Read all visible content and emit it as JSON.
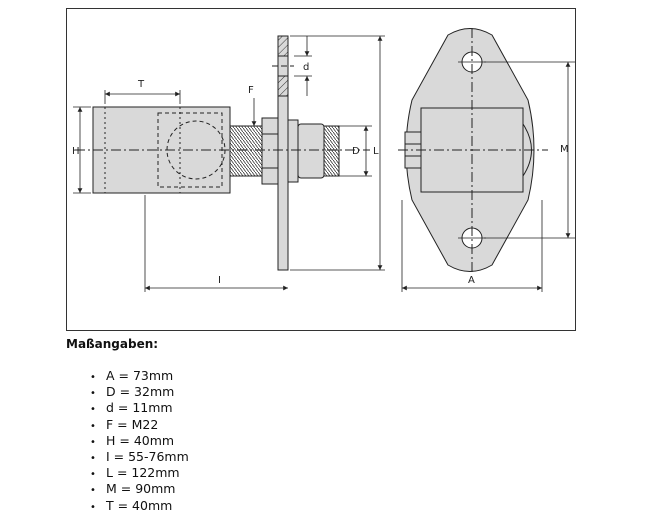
{
  "drawing": {
    "labels": {
      "T": "T",
      "H": "H",
      "F": "F",
      "I": "I",
      "d": "d",
      "D": "D",
      "L": "L",
      "M": "M",
      "A": "A"
    },
    "colors": {
      "part_fill": "#d9d9d9",
      "line": "#222222",
      "background": "#ffffff"
    }
  },
  "specs": {
    "heading": "Maßangaben:",
    "items": [
      {
        "text": "A = 73mm"
      },
      {
        "text": "D = 32mm"
      },
      {
        "text": "d = 11mm"
      },
      {
        "text": "F = M22"
      },
      {
        "text": "H = 40mm"
      },
      {
        "text": "I = 55-76mm"
      },
      {
        "text": "L = 122mm"
      },
      {
        "text": "M = 90mm"
      },
      {
        "text": "T = 40mm"
      }
    ]
  }
}
